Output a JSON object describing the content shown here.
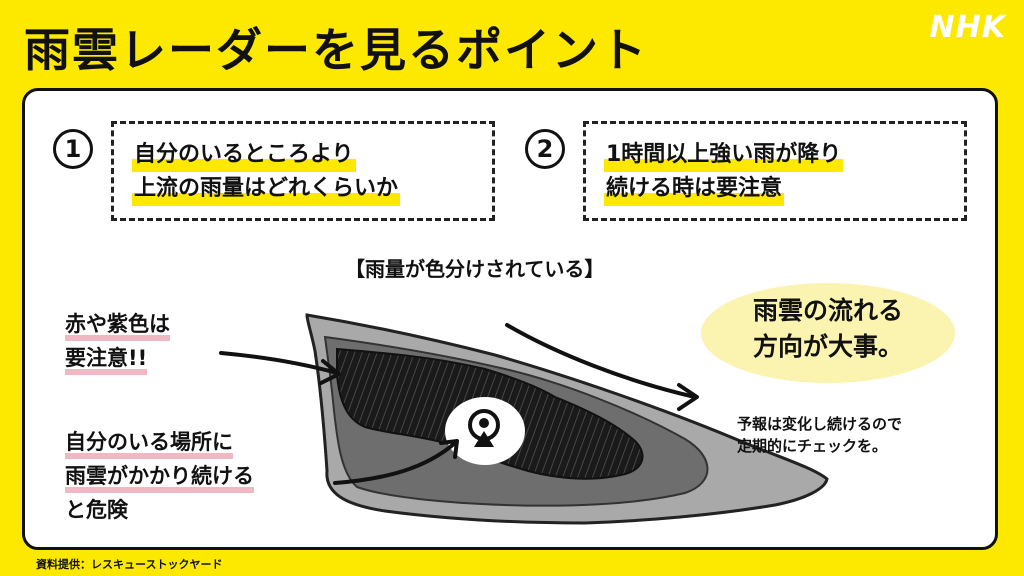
{
  "header": {
    "title": "雨雲レーダーを見るポイント",
    "logo": "NHK"
  },
  "points": [
    {
      "number": "1",
      "lines": [
        "自分のいるところより",
        "上流の雨量はどれくらいか"
      ]
    },
    {
      "number": "2",
      "lines": [
        "1時間以上強い雨が降り",
        "続ける時は要注意"
      ]
    }
  ],
  "illustration": {
    "color_heading": "【雨量が色分けされている】",
    "cloud_lines": [
      "雨雲の流れる",
      "方向が大事。"
    ],
    "left_top_lines": [
      "赤や紫色は",
      "要注意!!"
    ],
    "left_bottom_lines": [
      "自分のいる場所に",
      "雨雲がかかり続ける",
      "と危険"
    ],
    "note_lines": [
      "予報は変化し続けるので",
      "定期的にチェックを。"
    ]
  },
  "footer": {
    "credit": "資料提供：レスキューストックヤード"
  },
  "colors": {
    "background": "#fde800",
    "highlight": "#fde800",
    "underline_pink": "#f0b8c3",
    "cloud_fill": "#fbf4b0"
  }
}
